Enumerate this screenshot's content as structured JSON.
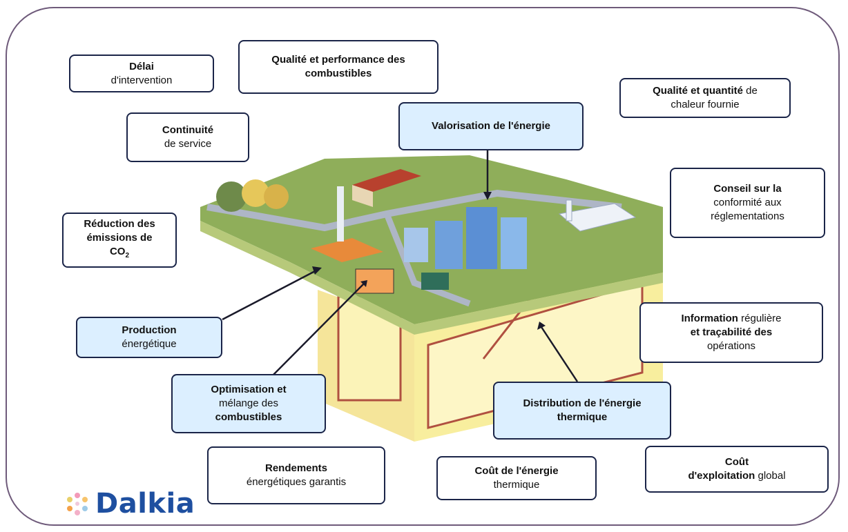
{
  "boxes": {
    "delai": {
      "line1": "Délai",
      "line2": "d'intervention"
    },
    "qualite_combustibles": {
      "line1": "Qualité et performance des",
      "line2": "combustibles"
    },
    "qualite_chaleur": {
      "line1": "Qualité et quantité",
      "line1b": " de",
      "line2": "chaleur fournie"
    },
    "continuite": {
      "line1": "Continuité",
      "line2": "de service"
    },
    "valorisation": {
      "line1": "Valorisation de l'énergie"
    },
    "conseil": {
      "line1": "Conseil sur la",
      "line2": "conformité aux",
      "line3": "réglementations"
    },
    "reduction": {
      "line1": "Réduction des",
      "line2": "émissions de",
      "line3": "CO",
      "line3sub": "2"
    },
    "information": {
      "line1": "Information",
      "line1b": " régulière",
      "line2": "et traçabilité des",
      "line3": "opérations"
    },
    "production": {
      "line1": "Production",
      "line2": "énergétique"
    },
    "optimisation": {
      "line1": "Optimisation et",
      "line2": "mélange des",
      "line3": "combustibles"
    },
    "distribution": {
      "line1": "Distribution de l'énergie",
      "line2": "thermique"
    },
    "rendements": {
      "line1": "Rendements",
      "line2": "énergétiques garantis"
    },
    "cout_energie": {
      "line1": "Coût de l'énergie",
      "line2": "thermique"
    },
    "cout_exploitation": {
      "line1": "Coût",
      "line2": "d'exploitation",
      "line2b": " global"
    }
  },
  "logo": {
    "text": "Dalkia"
  },
  "colors": {
    "border": "#1a2448",
    "highlight": "#dcefff",
    "logo": "#1e4fa0",
    "ground": "#8fae5a"
  }
}
